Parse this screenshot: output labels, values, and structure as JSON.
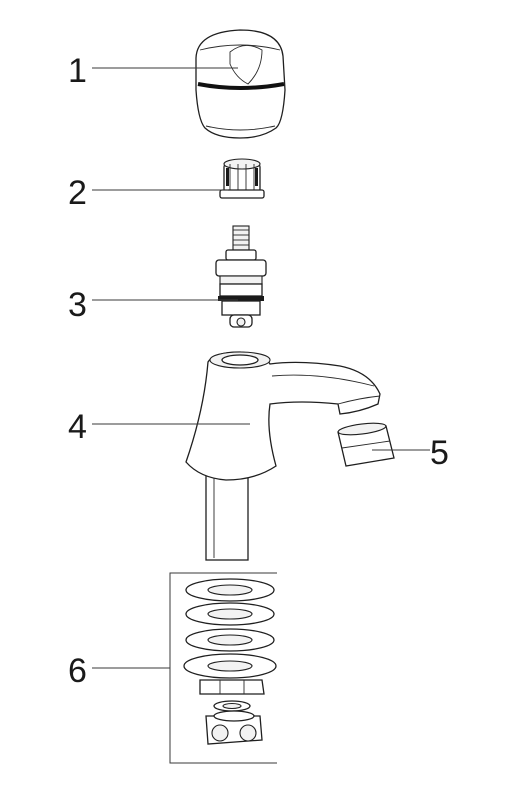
{
  "diagram": {
    "parts": [
      {
        "number": "1",
        "icon": "tap-handle-cap-icon"
      },
      {
        "number": "2",
        "icon": "spline-adapter-icon"
      },
      {
        "number": "3",
        "icon": "cartridge-valve-icon"
      },
      {
        "number": "4",
        "icon": "spout-body-icon"
      },
      {
        "number": "5",
        "icon": "aerator-icon"
      },
      {
        "number": "6",
        "icon": "mounting-kit-icon"
      }
    ]
  }
}
